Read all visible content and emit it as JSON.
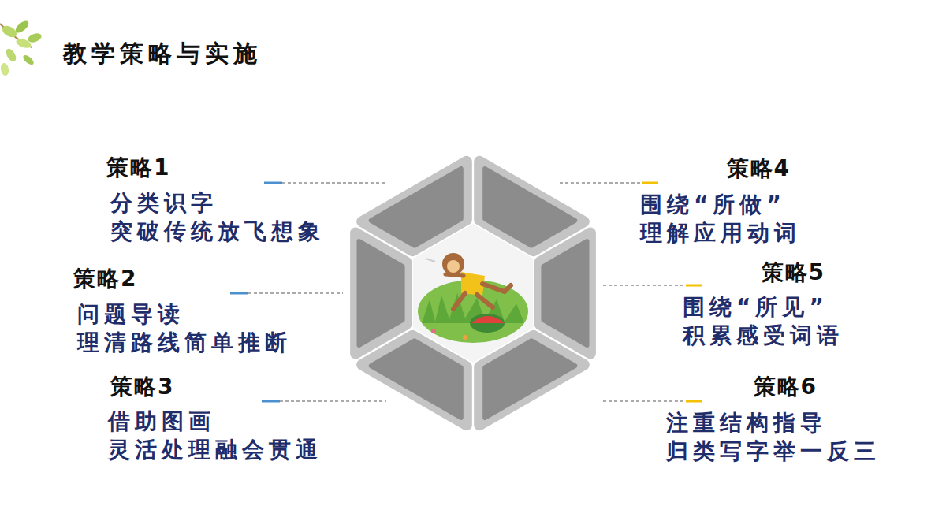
{
  "diagram": {
    "title": "教学策略与实施",
    "labels": [
      "策略1",
      "分类识字 突破传统放飞想象",
      "策略2",
      "问题导读 理清路线简单推断",
      "策略3",
      "借助图画 灵活处理融会贯通",
      "策略4",
      "围绕“所做” 理解应用动词",
      "策略5",
      "围绕“所见” 积累感受词语",
      "策略6",
      "注重结构指导 归类写字举一反三"
    ]
  }
}
